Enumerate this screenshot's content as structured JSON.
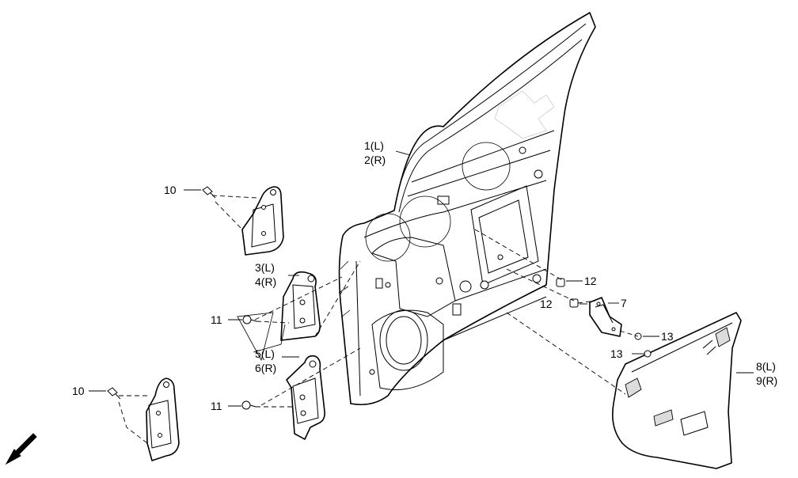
{
  "callouts": {
    "door_panel": [
      "1(L)",
      "2(R)"
    ],
    "upper_hinge": [
      "3(L)",
      "4(R)"
    ],
    "lower_hinge": [
      "5(L)",
      "6(R)"
    ],
    "bracket": "7",
    "trim_panel": [
      "8(L)",
      "9(R)"
    ],
    "hinge_bolt_upper": "10",
    "hinge_bolt_lower": "10",
    "door_bolt_upper": "11",
    "door_bolt_lower": "11",
    "clip_upper": "12",
    "clip_lower": "12",
    "screw_upper": "13",
    "screw_lower": "13"
  }
}
